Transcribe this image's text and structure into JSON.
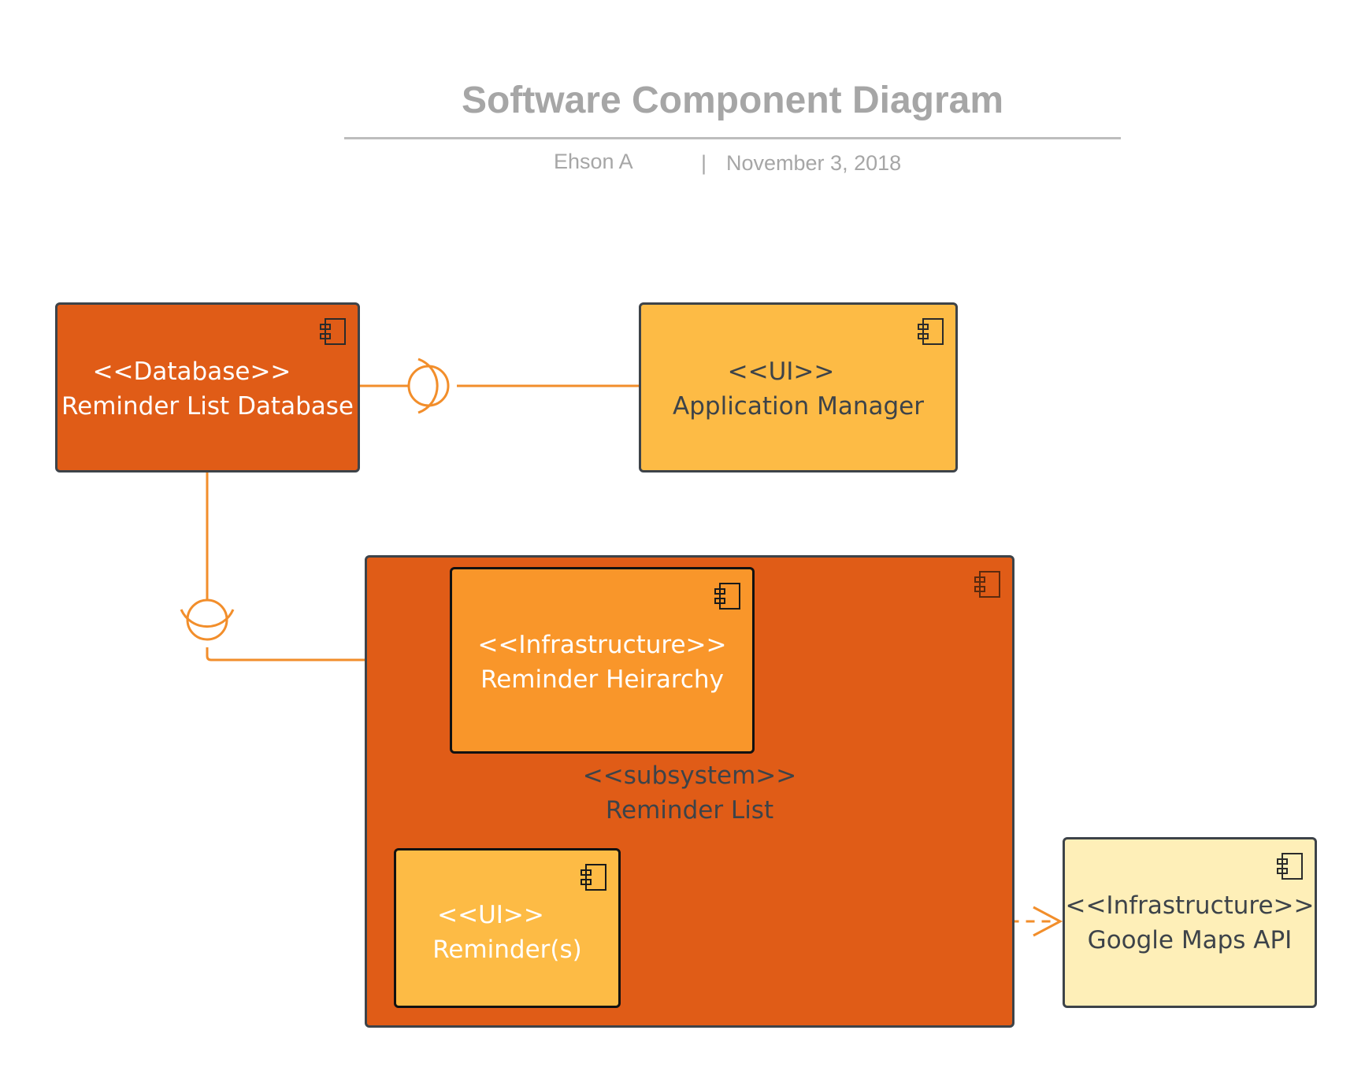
{
  "header": {
    "title": "Software Component Diagram",
    "author": "Ehson A",
    "separator": "|",
    "date": "November 3, 2018"
  },
  "colors": {
    "dark_orange": "#e05c17",
    "orange": "#f9962a",
    "light_orange": "#fdbb45",
    "pale_yellow": "#feefb8",
    "connector": "#f28e2b",
    "border": "#3d4349"
  },
  "components": {
    "database": {
      "stereotype": "<<Database>>",
      "name": "Reminder List Database",
      "icon": "component-icon"
    },
    "app_manager": {
      "stereotype": "<<UI>>",
      "name": "Application Manager",
      "icon": "component-icon"
    },
    "subsystem": {
      "stereotype": "<<subsystem>>",
      "name": "Reminder List",
      "icon": "component-icon"
    },
    "heirarchy": {
      "stereotype": "<<Infrastructure>>",
      "name": "Reminder Heirarchy",
      "icon": "component-icon"
    },
    "reminders": {
      "stereotype": "<<UI>>",
      "name": "Reminder(s)",
      "icon": "component-icon"
    },
    "maps": {
      "stereotype": "<<Infrastructure>>",
      "name": "Google Maps API",
      "icon": "component-icon"
    }
  }
}
